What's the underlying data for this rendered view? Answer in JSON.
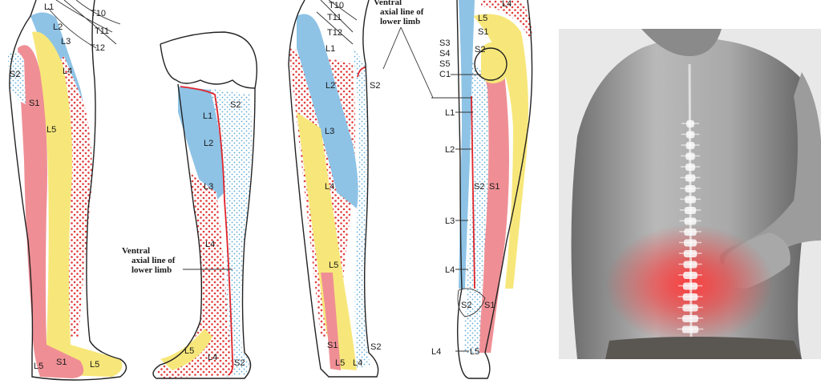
{
  "colors": {
    "l1_l3": "#8ec3e6",
    "l4_dots": "#e03a3a",
    "l5": "#f7e77a",
    "s1": "#ef8f95",
    "s2_dots": "#5aa7d6",
    "axial_line": "#e0252b",
    "photo_bg": "#e8e8e8",
    "pain_glow": "#ff2a2a"
  },
  "figure1": {
    "labels": [
      "L1",
      "T10",
      "L2",
      "T11",
      "L3",
      "T12",
      "S2",
      "L4",
      "S1",
      "L5",
      "L5",
      "S1",
      "L5"
    ]
  },
  "figure2": {
    "labels": [
      "S2",
      "L1",
      "L2",
      "L3",
      "L4",
      "L5",
      "L4",
      "S2"
    ],
    "axial_caption": [
      "Ventral",
      "axial line of",
      "lower limb"
    ]
  },
  "figure3": {
    "labels": [
      "T10",
      "T11",
      "T12",
      "L1",
      "L2",
      "S2",
      "L3",
      "L4",
      "L5",
      "S1",
      "S2",
      "L5",
      "L4"
    ],
    "axial_caption": [
      "Ventral",
      "axial line of",
      "lower limb"
    ]
  },
  "figure4": {
    "labels": [
      "L4",
      "L5",
      "S1",
      "S3",
      "S4",
      "S5",
      "C1",
      "S2",
      "L1",
      "L2",
      "S2",
      "S1",
      "L3",
      "L4",
      "S2",
      "S1",
      "L4",
      "L5"
    ]
  },
  "photo": {
    "icons": [
      "spine-icon",
      "pain-glow-icon"
    ]
  }
}
